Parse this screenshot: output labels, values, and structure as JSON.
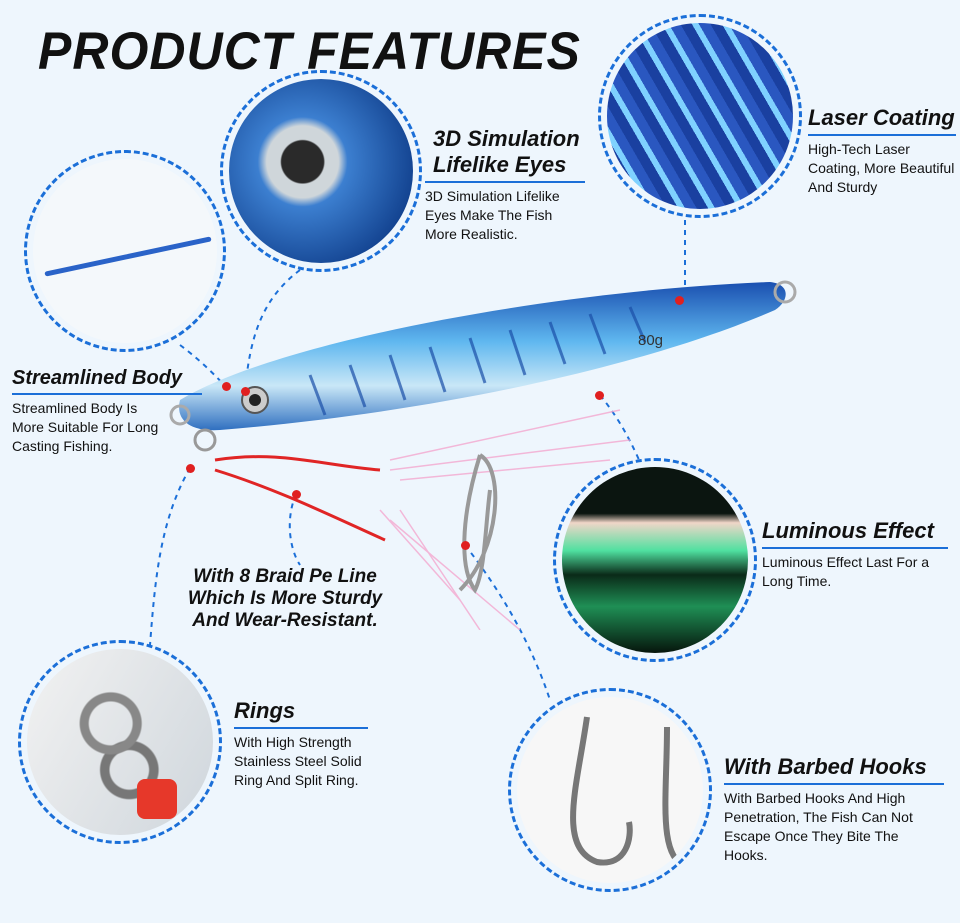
{
  "title": "PRODUCT FEATURES",
  "lure_weight": "80g",
  "features": {
    "eyes": {
      "heading_1": "3D Simulation",
      "heading_2": "Lifelike Eyes",
      "desc": "3D Simulation Lifelike Eyes Make The Fish More Realistic."
    },
    "laser": {
      "heading": "Laser Coating",
      "desc": "High-Tech Laser Coating, More Beautiful And Sturdy"
    },
    "streamlined": {
      "heading": "Streamlined Body",
      "desc": "Streamlined Body Is More Suitable For Long Casting Fishing."
    },
    "luminous": {
      "heading": "Luminous Effect",
      "desc": "Luminous Effect Last For a Long Time."
    },
    "braid": {
      "line_1": "With 8 Braid Pe Line",
      "line_2": "Which Is More Sturdy",
      "line_3": "And Wear-Resistant."
    },
    "rings": {
      "heading": "Rings",
      "desc": "With High Strength Stainless Steel Solid Ring And Split Ring."
    },
    "hooks": {
      "heading": "With Barbed Hooks",
      "desc": "With Barbed Hooks And High Penetration, The Fish Can Not Escape Once They Bite The Hooks."
    }
  },
  "colors": {
    "accent": "#1b6fd8",
    "background": "#eef6fd",
    "marker": "#e02020"
  }
}
